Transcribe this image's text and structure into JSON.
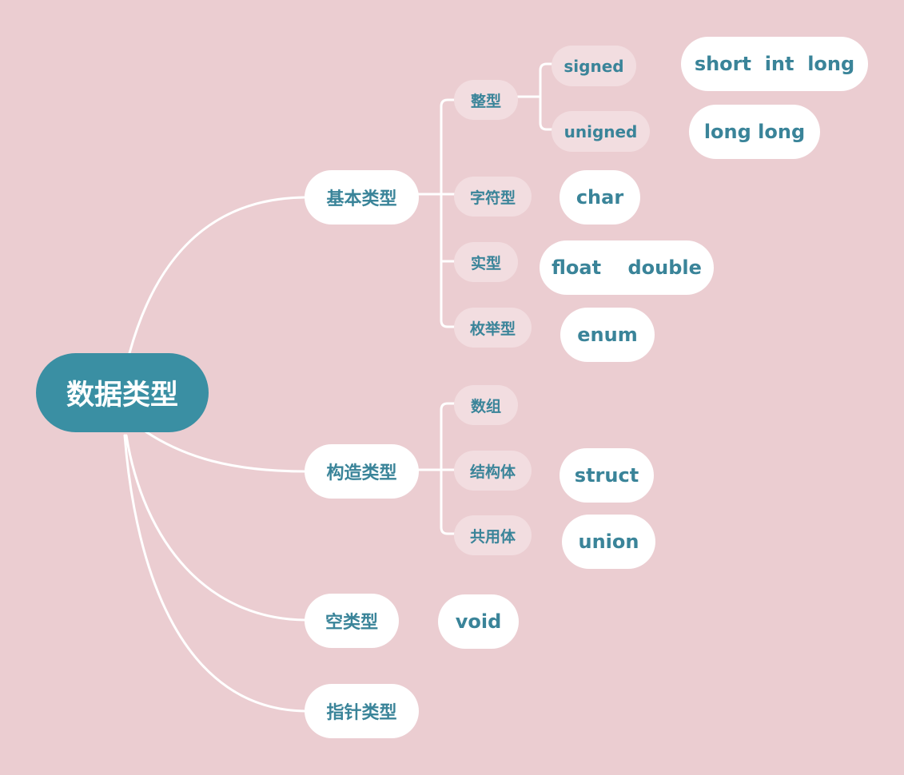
{
  "colors": {
    "background": "#ebcdd1",
    "root_fill": "#3a8fa3",
    "root_text": "#ffffff",
    "node_text": "#3a8499",
    "main_fill": "#ffffff",
    "sub_fill": "#f2dde0",
    "connector": "#ffffff"
  },
  "mindmap": {
    "root": "数据类型",
    "basic": {
      "label": "基本类型",
      "integer": {
        "label": "整型",
        "signed": "signed",
        "unsigned": "unigned",
        "signed_types": "short  int  long",
        "unsigned_types": "long long"
      },
      "char": {
        "label": "字符型",
        "value": "char"
      },
      "real": {
        "label": "实型",
        "value": "float    double"
      },
      "enum": {
        "label": "枚举型",
        "value": "enum"
      }
    },
    "constructed": {
      "label": "构造类型",
      "array": {
        "label": "数组"
      },
      "struct": {
        "label": "结构体",
        "value": "struct"
      },
      "union": {
        "label": "共用体",
        "value": "union"
      }
    },
    "void": {
      "label": "空类型",
      "value": "void"
    },
    "pointer": {
      "label": "指针类型"
    }
  }
}
